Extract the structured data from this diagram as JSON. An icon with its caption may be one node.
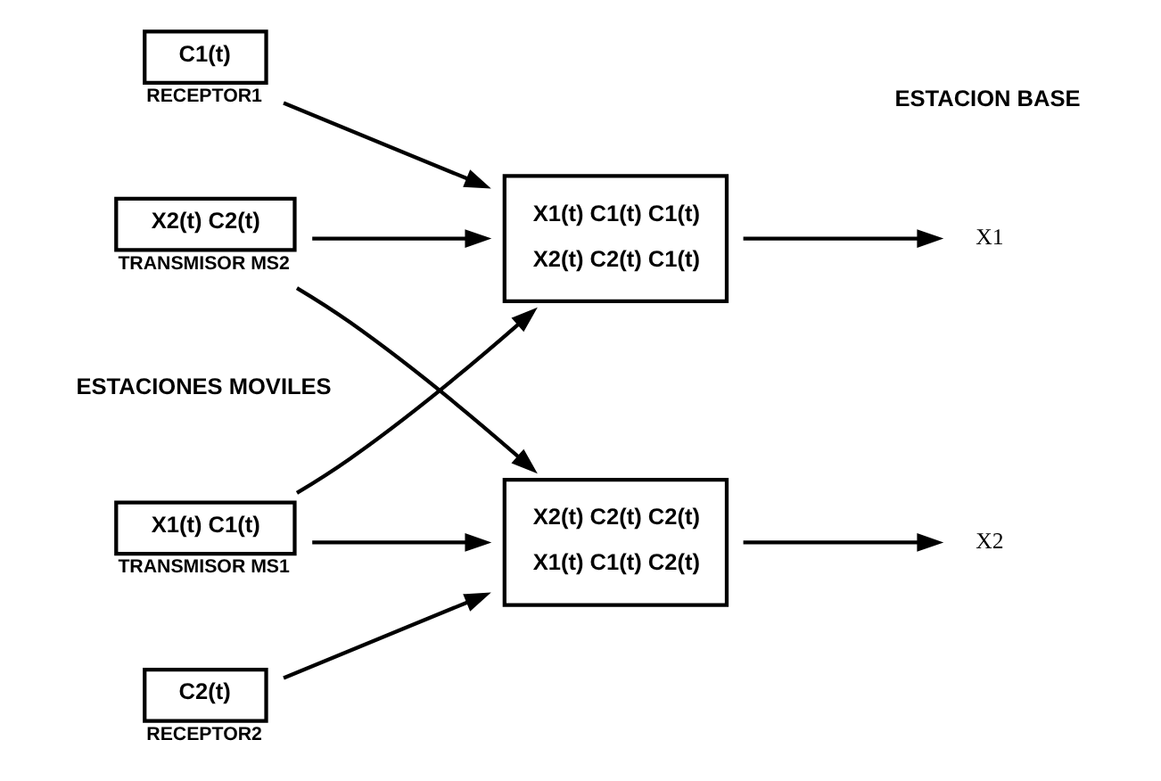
{
  "diagram": {
    "nodes": [
      {
        "text": [
          "X1(t) C1(t)"
        ],
        "beside": [
          "TRANSMISOR MS1"
        ]
      },
      {
        "text": [
          "X2(t) C2(t)"
        ],
        "beside": [
          "TRANSMISOR MS2"
        ]
      },
      {
        "text": [
          "X1(t) C1(t) C1(t)",
          "X2(t) C2(t) C1(t)"
        ]
      },
      {
        "text": [
          "X2(t) C2(t) C2(t)",
          "X1(t) C1(t) C2(t)"
        ]
      },
      {
        "text": [
          "C1(t)"
        ],
        "beside": [
          "RECEPTOR1"
        ]
      },
      {
        "text": [
          "C2(t)"
        ],
        "beside": [
          "RECEPTOR2"
        ]
      },
      {
        "text": [
          "X1"
        ]
      },
      {
        "text": [
          "X2"
        ]
      }
    ],
    "edges": [
      {
        "from": 0,
        "to": 2,
        "arrow": "to"
      },
      {
        "from": 0,
        "to": 3,
        "arrow": "to"
      },
      {
        "from": 1,
        "to": 2,
        "arrow": "to"
      },
      {
        "from": 1,
        "to": 3,
        "arrow": "to"
      },
      {
        "from": 4,
        "to": 2,
        "arrow": "to"
      },
      {
        "from": 5,
        "to": 3,
        "arrow": "to"
      },
      {
        "from": 2,
        "to": 6,
        "arrow": "to"
      },
      {
        "from": 3,
        "to": 7,
        "arrow": "to"
      }
    ],
    "labels": [
      "ESTACION BASE",
      "ESTACIONES MOVILES"
    ]
  }
}
